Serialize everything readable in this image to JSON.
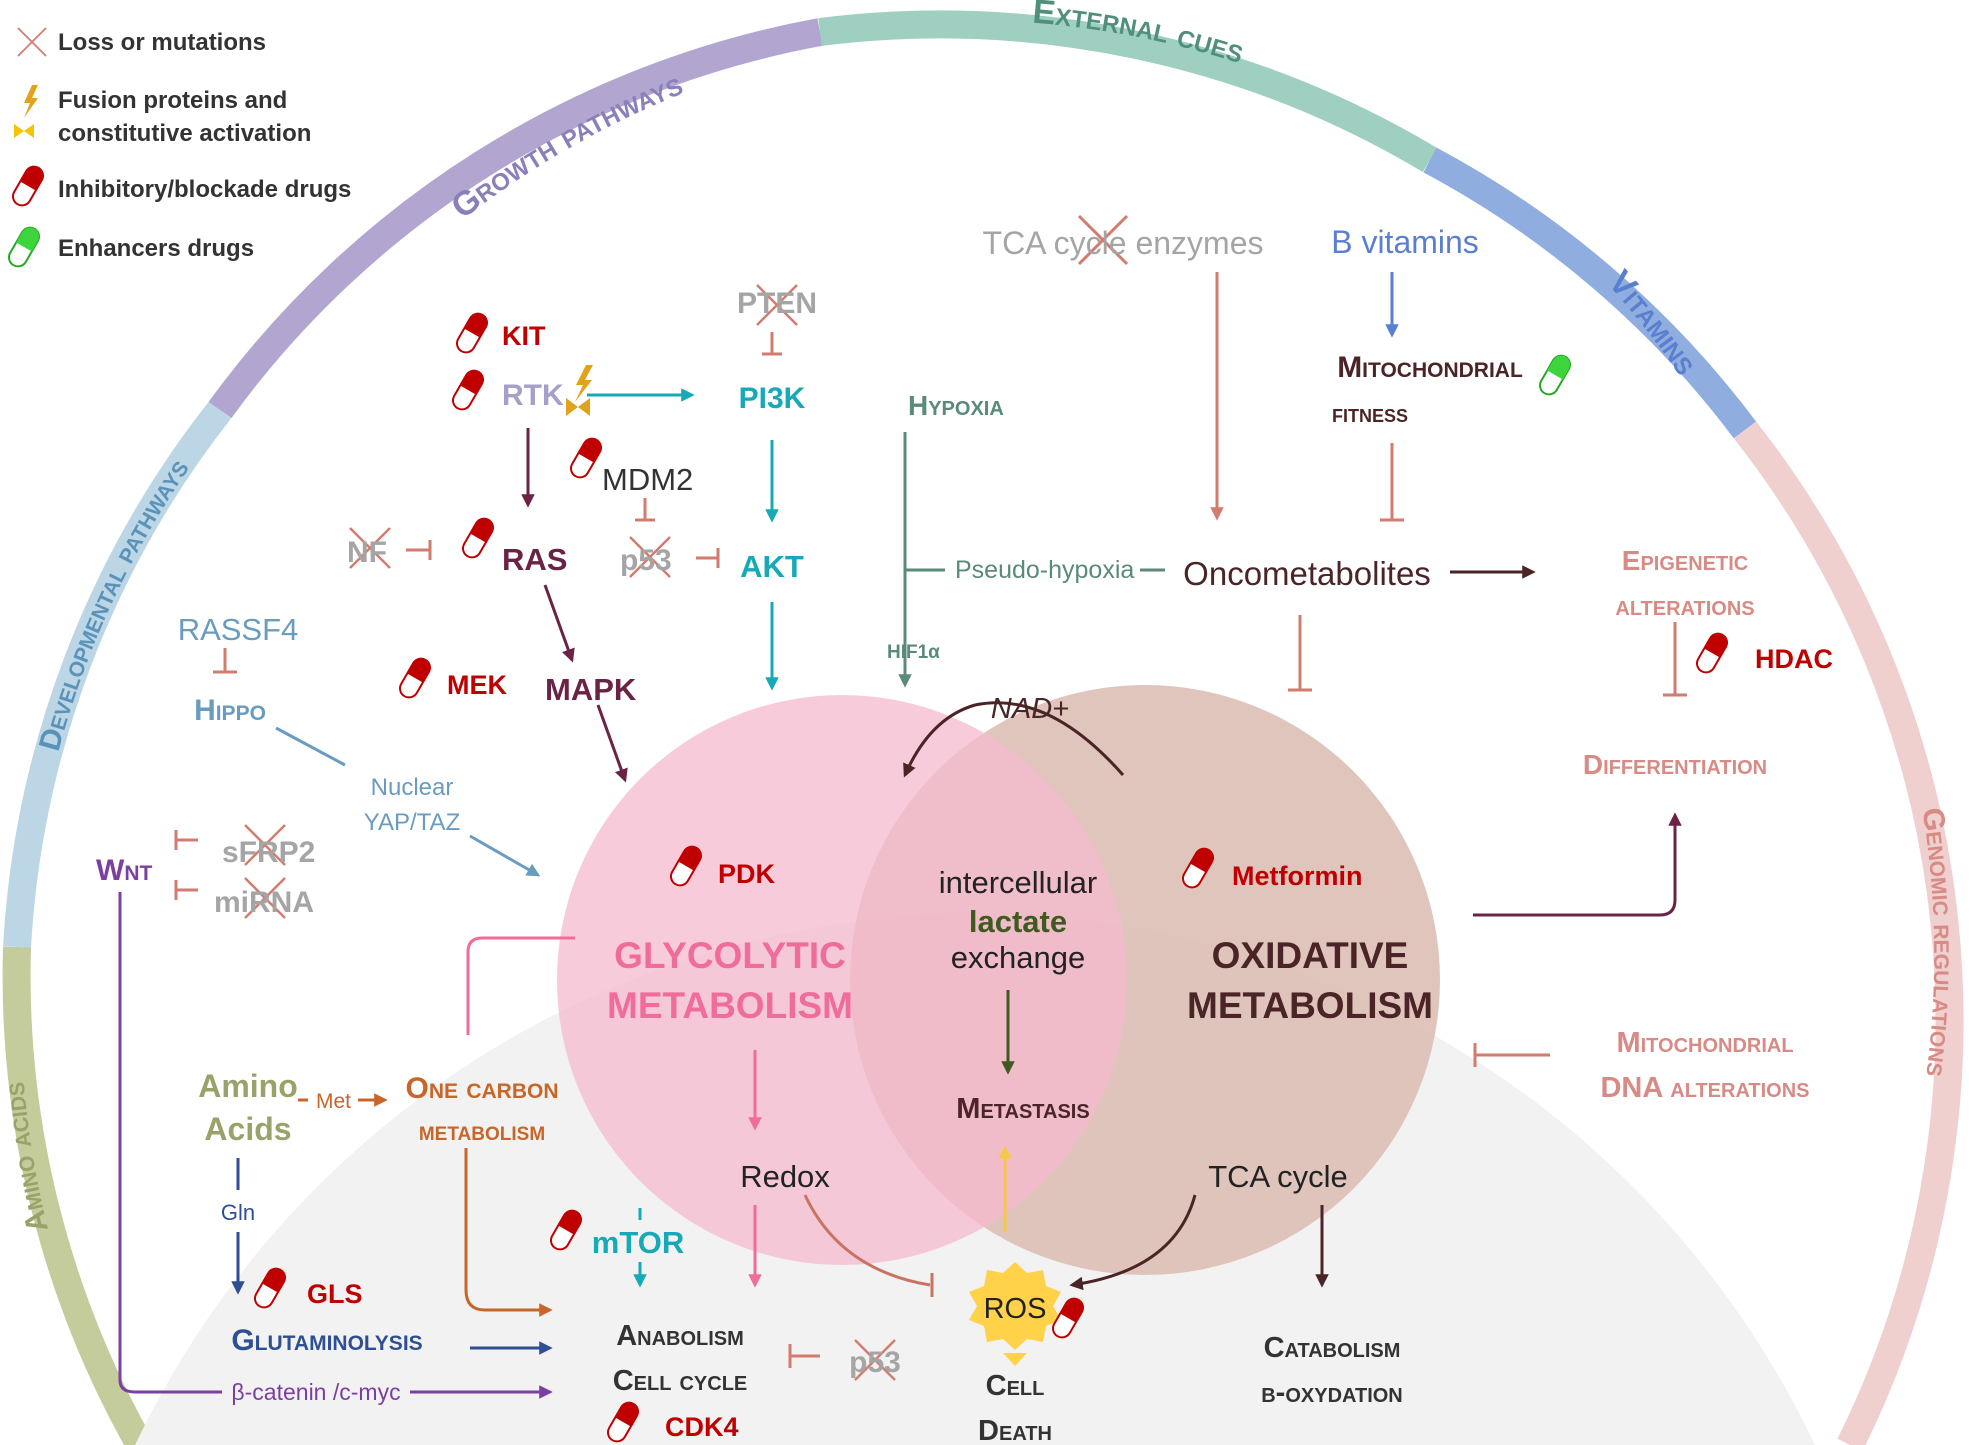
{
  "legend": {
    "loss": "Loss or mutations",
    "fusion_line1": "Fusion proteins and",
    "fusion_line2": "constitutive activation",
    "inhibitory": "Inhibitory/blockade drugs",
    "enhancers": "Enhancers drugs"
  },
  "ring": {
    "growth": "Growth pathways",
    "external": "External cues",
    "vitamins": "Vitamins",
    "developmental": "Developmental pathways",
    "amino": "Amino acids",
    "genomic": "Genomic regulations"
  },
  "nodes": {
    "kit": "KIT",
    "rtk": "RTK",
    "pten": "PTEN",
    "pi3k": "PI3K",
    "mdm2": "MDM2",
    "nf": "NF",
    "ras": "RAS",
    "p53_top": "p53",
    "akt": "AKT",
    "hypoxia": "Hypoxia",
    "pseudo_hypoxia": "Pseudo-hypoxia",
    "hif1a": "HIF1α",
    "tca_enzymes": "TCA cycle enzymes",
    "b_vitamins": "B vitamins",
    "mito_fitness_1": "Mitochondrial",
    "mito_fitness_2": "fitness",
    "oncometabolites": "Oncometabolites",
    "epigenetic_1": "Epigenetic",
    "epigenetic_2": "alterations",
    "hdac": "HDAC",
    "differentiation": "Differentiation",
    "rassf4": "RASSF4",
    "hippo": "Hippo",
    "mek": "MEK",
    "mapk": "MAPK",
    "nuclear_1": "Nuclear",
    "nuclear_2": "YAP/TAZ",
    "nad": "NAD+",
    "wnt": "Wnt",
    "sfrp2": "sFRP2",
    "mirna": "miRNA",
    "pdk": "PDK",
    "metformin": "Metformin",
    "glyco_1": "GLYCOLYTIC",
    "glyco_2": "METABOLISM",
    "lactate_1": "intercellular",
    "lactate_2": "lactate",
    "lactate_3": "exchange",
    "oxid_1": "OXIDATIVE",
    "oxid_2": "METABOLISM",
    "mtdna_1": "Mitochondrial",
    "mtdna_2": "DNA alterations",
    "amino_1": "Amino",
    "amino_2": "Acids",
    "met": "Met",
    "one_carbon_1": "One carbon",
    "one_carbon_2": "metabolism",
    "metastasis": "Metastasis",
    "redox": "Redox",
    "tca_cycle": "TCA cycle",
    "gln": "Gln",
    "mtor": "mTOR",
    "gls": "GLS",
    "glutaminolysis": "Glutaminolysis",
    "anabolism": "Anabolism",
    "cell_cycle": "Cell cycle",
    "p53_bottom": "p53",
    "ros": "ROS",
    "cell_1": "Cell",
    "death": "Death",
    "catabolism": "Catabolism",
    "beta_ox": "β-oxydation",
    "beta_catenin": "β-catenin /c-myc",
    "cdk4": "CDK4"
  },
  "colors": {
    "drug_red": "#c00000",
    "growth": "#b2a6d0",
    "external": "#9fcfc1",
    "vitamins": "#8faedf",
    "developmental": "#bcd6e6",
    "amino_ring": "#c3cc9a",
    "genomic": "#f0cfcf",
    "glyco_circle": "#f6b9cf",
    "oxid_circle": "#ddbfb5",
    "teal": "#17a9b8",
    "maroon": "#6b2345",
    "salmon": "#d27b6f"
  }
}
